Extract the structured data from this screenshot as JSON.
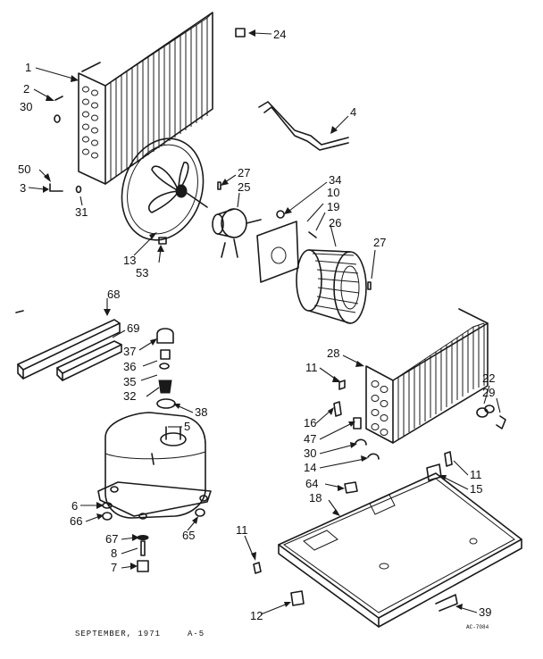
{
  "callouts": {
    "c1": "1",
    "c2": "2",
    "c30a": "30",
    "c50": "50",
    "c3": "3",
    "c31": "31",
    "c24": "24",
    "c4": "4",
    "c27a": "27",
    "c25": "25",
    "c34": "34",
    "c10": "10",
    "c19": "19",
    "c26": "26",
    "c27b": "27",
    "c13": "13",
    "c53": "53",
    "c68": "68",
    "c69": "69",
    "c37": "37",
    "c36": "36",
    "c35": "35",
    "c32": "32",
    "c38": "38",
    "c5": "5",
    "c6": "6",
    "c66": "66",
    "c67": "67",
    "c8": "8",
    "c7": "7",
    "c65": "65",
    "c28": "28",
    "c11a": "11",
    "c22": "22",
    "c29": "29",
    "c16": "16",
    "c47": "47",
    "c30b": "30",
    "c14": "14",
    "c11b": "11",
    "c15": "15",
    "c64": "64",
    "c18": "18",
    "c11c": "11",
    "c12": "12",
    "c39": "39"
  },
  "footer": {
    "date": "SEPTEMBER, 1971",
    "page": "A-5",
    "code": "AC-7084"
  }
}
